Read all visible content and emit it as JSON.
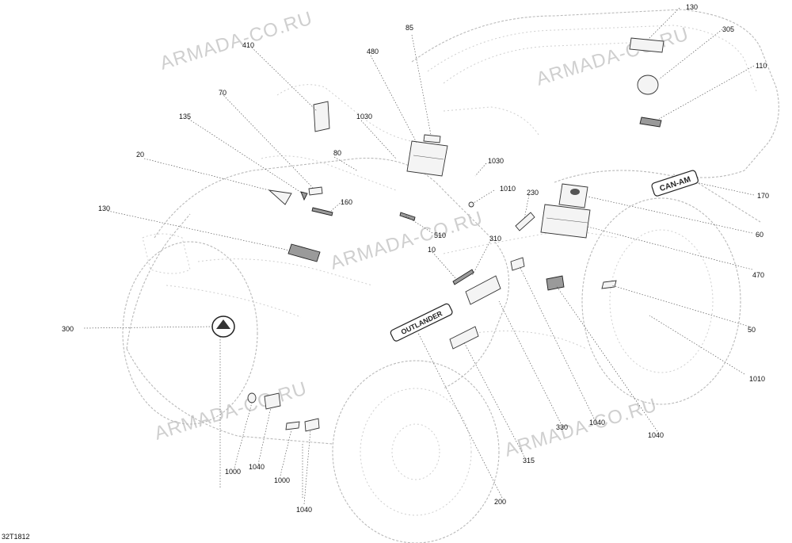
{
  "diagram": {
    "drawing_code": "32T1812",
    "watermark_text": "ARMADA-CO.RU",
    "emblem_texts": {
      "outlander": "OUTLANDER",
      "brand": "CAN-AM"
    },
    "callouts": [
      {
        "id": "c130a",
        "label": "130"
      },
      {
        "id": "c305",
        "label": "305"
      },
      {
        "id": "c110",
        "label": "110"
      },
      {
        "id": "c170",
        "label": "170"
      },
      {
        "id": "c60",
        "label": "60"
      },
      {
        "id": "c470",
        "label": "470"
      },
      {
        "id": "c50",
        "label": "50"
      },
      {
        "id": "c1010a",
        "label": "1010"
      },
      {
        "id": "c1040a",
        "label": "1040"
      },
      {
        "id": "c1040b",
        "label": "1040"
      },
      {
        "id": "c330",
        "label": "330"
      },
      {
        "id": "c315",
        "label": "315"
      },
      {
        "id": "c200",
        "label": "200"
      },
      {
        "id": "c1040c",
        "label": "1040"
      },
      {
        "id": "c1000a",
        "label": "1000"
      },
      {
        "id": "c1040d",
        "label": "1040"
      },
      {
        "id": "c1000b",
        "label": "1000"
      },
      {
        "id": "c300",
        "label": "300"
      },
      {
        "id": "c130b",
        "label": "130"
      },
      {
        "id": "c20",
        "label": "20"
      },
      {
        "id": "c135",
        "label": "135"
      },
      {
        "id": "c70",
        "label": "70"
      },
      {
        "id": "c410",
        "label": "410"
      },
      {
        "id": "c480",
        "label": "480"
      },
      {
        "id": "c85",
        "label": "85"
      },
      {
        "id": "c1030a",
        "label": "1030"
      },
      {
        "id": "c80",
        "label": "80"
      },
      {
        "id": "c160",
        "label": "160"
      },
      {
        "id": "c1030b",
        "label": "1030"
      },
      {
        "id": "c1010b",
        "label": "1010"
      },
      {
        "id": "c230",
        "label": "230"
      },
      {
        "id": "c510",
        "label": "510"
      },
      {
        "id": "c310",
        "label": "310"
      },
      {
        "id": "c10",
        "label": "10"
      }
    ]
  }
}
